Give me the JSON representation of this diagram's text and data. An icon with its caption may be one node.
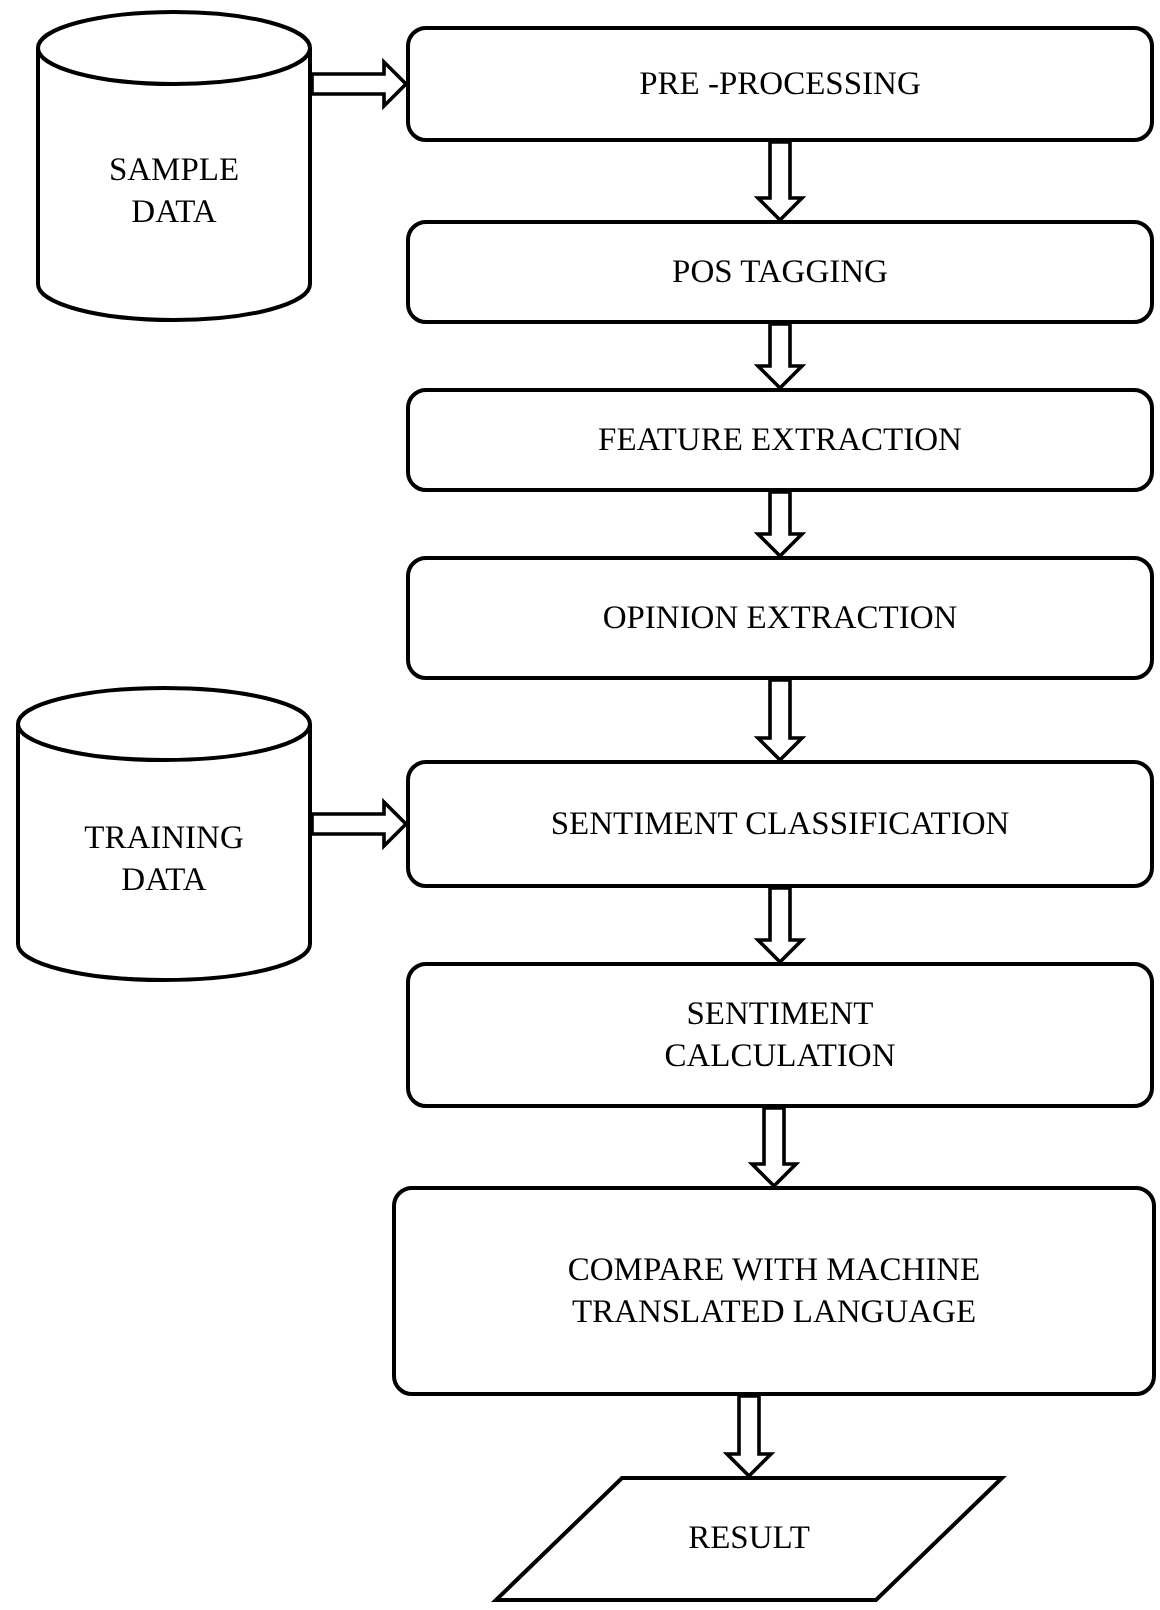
{
  "diagram": {
    "nodes": [
      {
        "text": [
          "SAMPLE DATA"
        ]
      },
      {
        "text": [
          "PRE -PROCESSING"
        ]
      },
      {
        "text": [
          "POS TAGGING"
        ]
      },
      {
        "text": [
          "FEATURE EXTRACTION"
        ]
      },
      {
        "text": [
          "OPINION EXTRACTION"
        ]
      },
      {
        "text": [
          "TRAINING DATA"
        ]
      },
      {
        "text": [
          "SENTIMENT CLASSIFICATION"
        ]
      },
      {
        "text": [
          "SENTIMENT CALCULATION"
        ]
      },
      {
        "text": [
          "COMPARE WITH MACHINE TRANSLATED LANGUAGE"
        ]
      },
      {
        "text": [
          "RESULT"
        ]
      }
    ],
    "edges": [
      {
        "from": 0,
        "to": 1,
        "arrow": "to"
      },
      {
        "from": 1,
        "to": 2,
        "arrow": "to"
      },
      {
        "from": 2,
        "to": 3,
        "arrow": "to"
      },
      {
        "from": 3,
        "to": 4,
        "arrow": "to"
      },
      {
        "from": 4,
        "to": 6,
        "arrow": "to"
      },
      {
        "from": 5,
        "to": 6,
        "arrow": "to"
      },
      {
        "from": 6,
        "to": 7,
        "arrow": "to"
      },
      {
        "from": 7,
        "to": 8,
        "arrow": "to"
      },
      {
        "from": 8,
        "to": 9,
        "arrow": "to"
      }
    ]
  }
}
